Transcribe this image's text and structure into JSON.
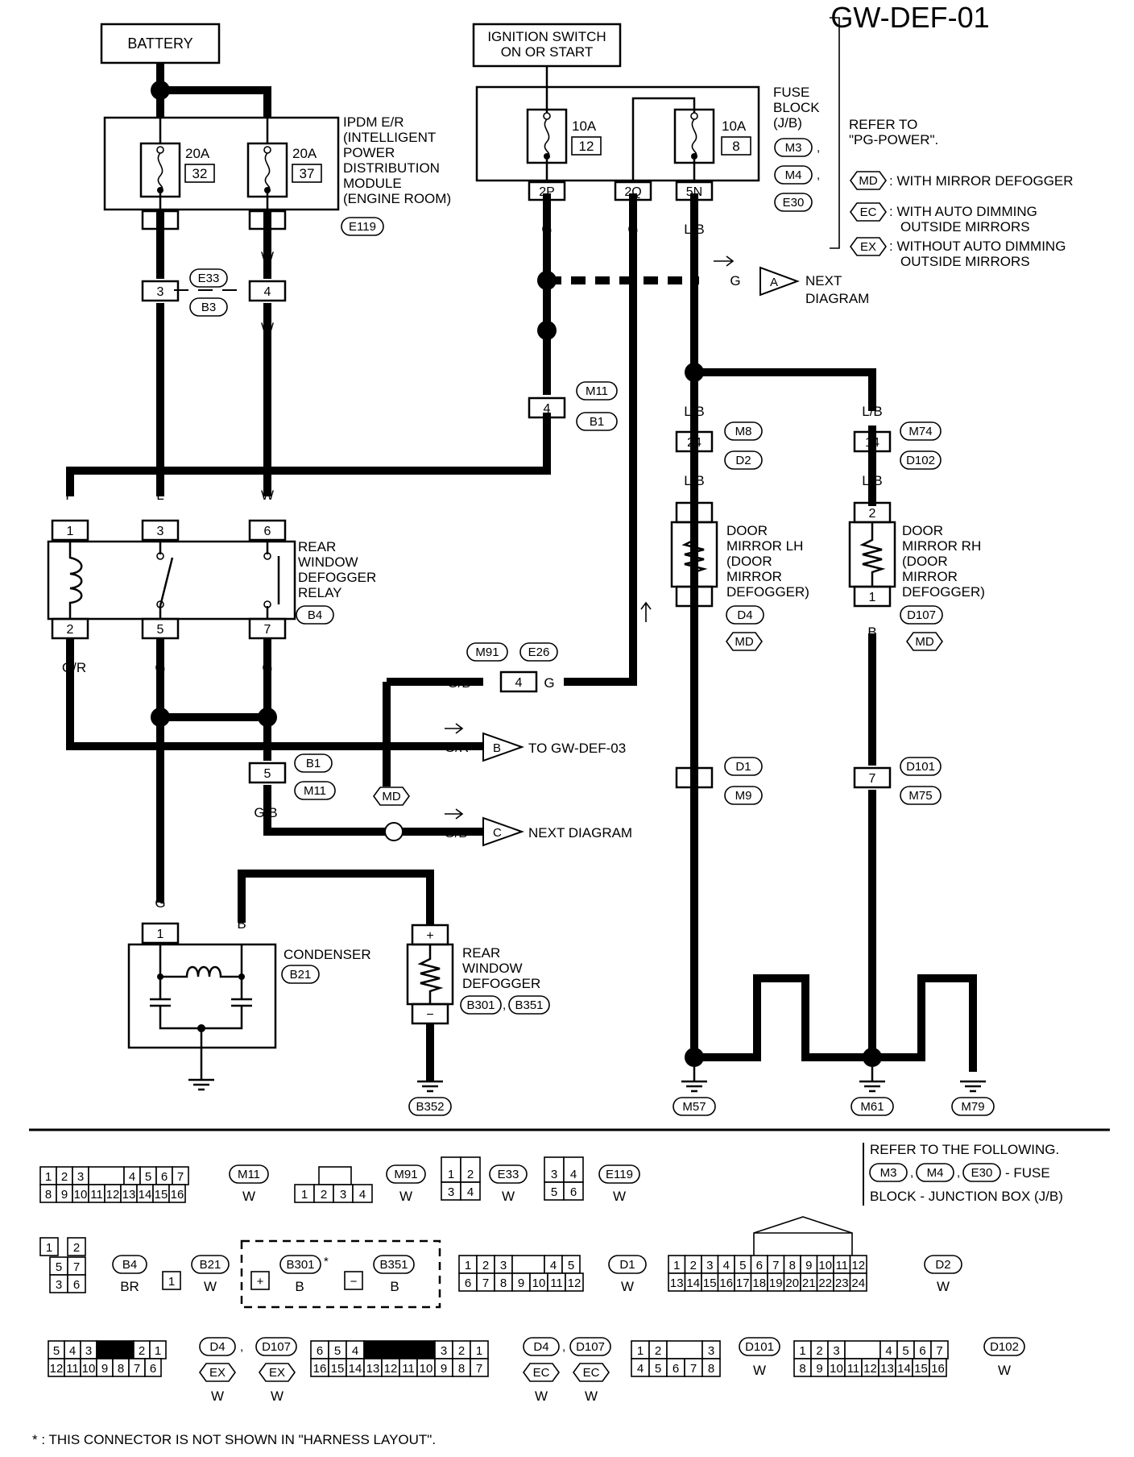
{
  "title": "GW-DEF-01",
  "components": {
    "battery": "BATTERY",
    "ignition_line1": "IGNITION SWITCH",
    "ignition_line2": "ON OR START",
    "ipdm_lines": [
      "IPDM E/R",
      "(INTELLIGENT",
      "POWER",
      "DISTRIBUTION",
      "MODULE",
      "(ENGINE ROOM)"
    ],
    "ipdm_conn": "E119",
    "fuse_block_lines": [
      "FUSE",
      "BLOCK",
      "(J/B)"
    ],
    "fuse_block_conns": [
      "M3",
      "M4",
      "E30"
    ],
    "relay_lines": [
      "REAR",
      "WINDOW",
      "DEFOGGER",
      "RELAY"
    ],
    "relay_conn": "B4",
    "condenser": "CONDENSER",
    "condenser_conn": "B21",
    "defogger_lines": [
      "REAR",
      "WINDOW",
      "DEFOGGER"
    ],
    "defogger_conns": [
      "B301",
      "B351"
    ],
    "mirror_lh_lines": [
      "DOOR",
      "MIRROR LH",
      "(DOOR",
      "MIRROR",
      "DEFOGGER)"
    ],
    "mirror_lh_conn": "D4",
    "mirror_rh_lines": [
      "DOOR",
      "MIRROR RH",
      "(DOOR",
      "MIRROR",
      "DEFOGGER)"
    ],
    "mirror_rh_conn": "D107"
  },
  "fuses": [
    {
      "amp": "20A",
      "num": "32"
    },
    {
      "amp": "20A",
      "num": "37"
    },
    {
      "amp": "10A",
      "num": "12"
    },
    {
      "amp": "10A",
      "num": "8"
    }
  ],
  "refer": {
    "line1": "REFER TO",
    "line2": "\"PG-POWER\"."
  },
  "legend": [
    {
      "code": "MD",
      "lines": [
        ": WITH MIRROR DEFOGGER"
      ]
    },
    {
      "code": "EC",
      "lines": [
        ": WITH AUTO DIMMING",
        "OUTSIDE MIRRORS"
      ]
    },
    {
      "code": "EX",
      "lines": [
        ": WITHOUT AUTO DIMMING",
        "OUTSIDE MIRRORS"
      ]
    }
  ],
  "wire_colors": {
    "L": "L",
    "W": "W",
    "G": "G",
    "LB": "L/B",
    "P": "P",
    "GR": "G/R",
    "GB": "G/B",
    "B": "B"
  },
  "pins": {
    "p6": "6",
    "p5": "5",
    "p3": "3",
    "p4": "4",
    "p2P": "2P",
    "p2Q": "2Q",
    "p5N": "5N",
    "p1": "1",
    "p2": "2",
    "p7": "7",
    "p24": "24",
    "p14": "14",
    "p8": "8",
    "plus": "+",
    "minus": "−"
  },
  "inline_conns": {
    "e33": "E33",
    "b3": "B3",
    "m11": "M11",
    "b1": "B1",
    "m8": "M8",
    "d2": "D2",
    "m74": "M74",
    "d102": "D102",
    "m91": "M91",
    "e26": "E26",
    "d1": "D1",
    "m9": "M9",
    "d101": "D101",
    "m75": "M75",
    "md": "MD"
  },
  "offpage": [
    {
      "letter": "A",
      "text": "NEXT",
      "text2": "DIAGRAM"
    },
    {
      "letter": "B",
      "text": "TO GW-DEF-03",
      "text2": ""
    },
    {
      "letter": "C",
      "text": "NEXT DIAGRAM",
      "text2": ""
    }
  ],
  "grounds": [
    "B352",
    "M57",
    "M61",
    "M79"
  ],
  "bottom": {
    "refer_line1": "REFER TO THE FOLLOWING.",
    "refer_codes": [
      "M3",
      "M4",
      "E30"
    ],
    "refer_suffix": "- FUSE",
    "refer_line3": "BLOCK - JUNCTION BOX (J/B)",
    "connectors": [
      {
        "code": "M11",
        "color": "W"
      },
      {
        "code": "M91",
        "color": "W"
      },
      {
        "code": "E33",
        "color": "W"
      },
      {
        "code": "E119",
        "color": "W"
      },
      {
        "code": "B4",
        "color": "BR"
      },
      {
        "code": "B21",
        "color": "W"
      },
      {
        "code": "B301",
        "color": "B"
      },
      {
        "code": "B351",
        "color": "B"
      },
      {
        "code": "D1",
        "color": "W"
      },
      {
        "code": "D2",
        "color": "W"
      },
      {
        "code": "D4",
        "code2": "D107",
        "color": "W",
        "color2": "W",
        "variant": "EX"
      },
      {
        "code": "D4",
        "code2": "D107",
        "color": "W",
        "color2": "W",
        "variant": "EC"
      },
      {
        "code": "D101",
        "color": "W"
      },
      {
        "code": "D102",
        "color": "W"
      }
    ],
    "footnote": "* : THIS CONNECTOR IS NOT SHOWN IN \"HARNESS LAYOUT\"."
  }
}
